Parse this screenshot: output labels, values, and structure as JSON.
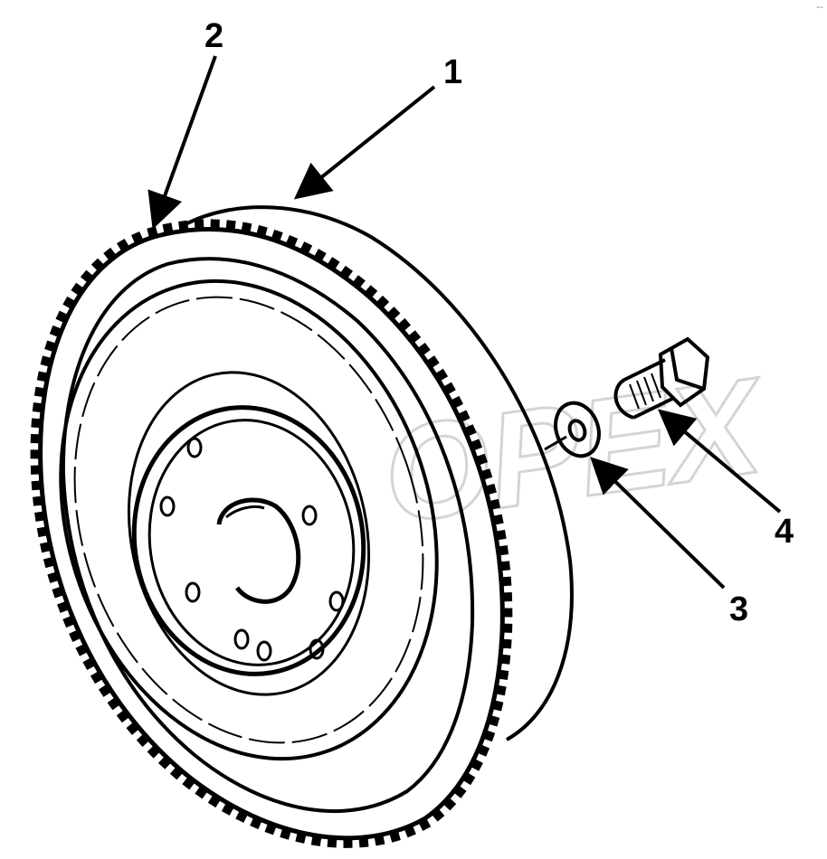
{
  "figure": {
    "watermark": "OPEX",
    "corner_mark": "--",
    "callouts": [
      {
        "id": "1",
        "label": "1"
      },
      {
        "id": "2",
        "label": "2"
      },
      {
        "id": "3",
        "label": "3"
      },
      {
        "id": "4",
        "label": "4"
      }
    ]
  },
  "colors": {
    "line": "#000000",
    "watermark": "#d4d4d4",
    "background": "#ffffff"
  }
}
